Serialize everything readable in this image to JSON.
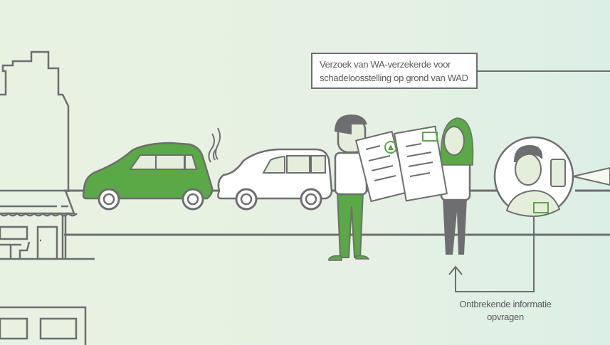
{
  "illustration": {
    "description": "Infographic: car collision on street, two people exchanging WA claim documents, insurer contact requesting missing info",
    "colors": {
      "background_left": "#e8f2e3",
      "background_right": "#dcefe6",
      "line": "#6d6e70",
      "green": "#5aa846",
      "text": "#58595b",
      "white": "#ffffff",
      "skin": "#e4eedb"
    }
  },
  "labels": {
    "request_line1": "Verzoek van WA-verzekerde voor",
    "request_line2": "schadeloosstelling op grond van WAD",
    "missing_info_line1": "Ontbrekende informatie",
    "missing_info_line2": "opvragen"
  },
  "icons": {
    "doc_left_logo": "triangle-stack-logo",
    "doc_right_logo": "printer-logo",
    "badge_logo": "printer-logo"
  }
}
